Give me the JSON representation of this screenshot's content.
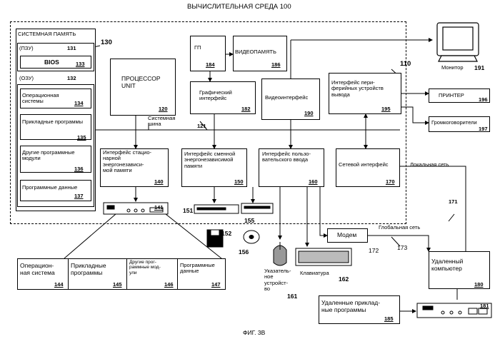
{
  "title": "ВЫЧИСЛИТЕЛЬНАЯ СРЕДА 100",
  "caption": "ФИГ. 3В",
  "ref_numbers": {
    "env": "130",
    "env2": "110",
    "bus_ref": "121",
    "lan_ref": "171",
    "wan_ref": "173",
    "modem_ref": "172"
  },
  "system_memory": {
    "label": "СИСТЕМНАЯ ПАМЯТЬ",
    "rom": "(ПЗУ)",
    "rom_num": "131",
    "bios": "BIOS",
    "bios_num": "133",
    "ram": "(ОЗУ)",
    "ram_num": "132",
    "os": "Операционная\nсистемы",
    "os_num": "134",
    "apps": "Прикладные программы",
    "apps_num": "135",
    "modules": "Другие программные\nмодули",
    "modules_num": "136",
    "data": "Программные данные",
    "data_num": "137"
  },
  "cpu": {
    "label": "ПРОЦЕССОР\nUNIT",
    "num": "120"
  },
  "gpu": {
    "label": "ГП",
    "num": "184"
  },
  "video_mem": {
    "label": "ВИДЕОПАМЯТЬ",
    "num": "186"
  },
  "graphics_if": {
    "label": "Графический\nинтерфейс",
    "num": "182"
  },
  "video_if": {
    "label": "Видеоинтерфейс",
    "num": "190"
  },
  "periph_if": {
    "label": "Интерфейс пери-\nферийных устройств\nвывода",
    "num": "195"
  },
  "monitor": {
    "label": "Монитор",
    "num": "191"
  },
  "printer": {
    "label": "ПРИНТЕР",
    "num": "196"
  },
  "speakers": {
    "label": "Громкоговорители",
    "num": "197"
  },
  "system_bus": {
    "label": "Системная\nшина"
  },
  "nonremov_if": {
    "label": "Интерфейс стацио-\nнарной\nэнергонезависи-\nмой памяти",
    "num": "140"
  },
  "remov_if": {
    "label": "Интерфейс сменной\nэнергонезависимой\nпамяти",
    "num": "150"
  },
  "input_if": {
    "label": "Интерфейс пользо-\nвательского ввода",
    "num": "160"
  },
  "net_if": {
    "label": "Сетевой интерфейс",
    "num": "170"
  },
  "lan": {
    "label": "Локальная сеть"
  },
  "wan": {
    "label": "Глобальная сеть"
  },
  "hdd": {
    "num": "141"
  },
  "floppy_drive": {
    "num": "151"
  },
  "floppy_disk": {
    "num": "152"
  },
  "cd_drive": {
    "num": "155"
  },
  "cd_disk": {
    "num": "156"
  },
  "modem": {
    "label": "Модем"
  },
  "pointing": {
    "label": "Указатель-\nное\nустройст-\nво",
    "num": "161"
  },
  "keyboard": {
    "label": "Клавиатура",
    "num": "162"
  },
  "remote_pc": {
    "label": "Удаленный\nкомпьютер",
    "num": "180"
  },
  "remote_apps": {
    "label": "Удаленные приклад-\nные программы",
    "num": "185"
  },
  "remote_hdd": {
    "num": "181"
  },
  "storage_table": {
    "cells": [
      {
        "label": "Операцион-\nная система",
        "num": "144"
      },
      {
        "label": "Прикладные\nпрограммы",
        "num": "145"
      },
      {
        "label": "Другие прог-\nраммные мод-\nули",
        "num": "146"
      },
      {
        "label": "Программные\nданные",
        "num": "147"
      }
    ]
  }
}
